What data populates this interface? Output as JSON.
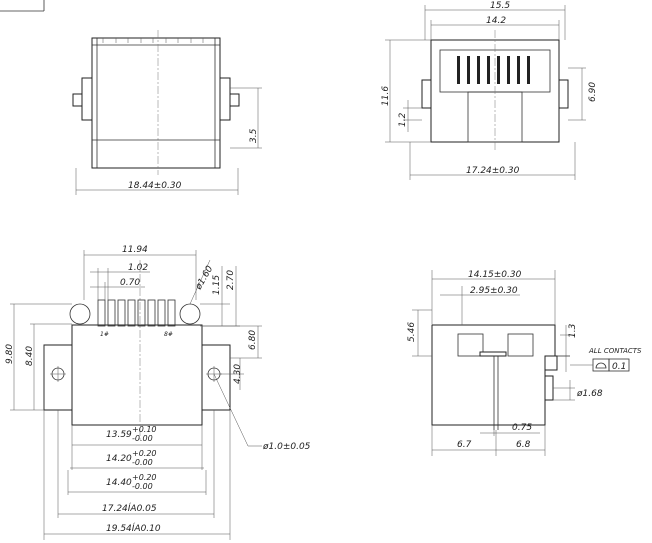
{
  "views": {
    "front": {
      "width_dim": "18.44±0.30",
      "height_dim": "3.5"
    },
    "top_right": {
      "overall_width": "15.5",
      "inner_width": "14.2",
      "height": "11.6",
      "offset": "1.2",
      "depth": "6.90",
      "base_width": "17.24±0.30"
    },
    "bottom_left": {
      "pitch_total": "11.94",
      "pitch": "1.02",
      "pin_width": "0.70",
      "hole_dia": "ø1.60",
      "dim_115": "1.15",
      "dim_270": "2.70",
      "height_980": "9.80",
      "height_840": "8.40",
      "dim_680": "6.80",
      "dim_430": "4.30",
      "pin1": "1#",
      "pin8": "8#",
      "w1_base": "13.59",
      "w1_tol_up": "+0.10",
      "w1_tol_dn": "-0.00",
      "w2_base": "14.20",
      "w2_tol_up": "+0.20",
      "w2_tol_dn": "-0.00",
      "w3_base": "14.40",
      "w3_tol_up": "+0.20",
      "w3_tol_dn": "-0.00",
      "w4": "17.24ÍA0.05",
      "w5": "19.54ÍA0.10",
      "post_hole": "ø1.0±0.05"
    },
    "side_right": {
      "length": "14.15±0.30",
      "top_dim": "2.95±0.30",
      "height": "5.46",
      "dim_13": "1.3",
      "contacts_label": "ALL CONTACTS",
      "flatness": "0.1",
      "post_dia": "ø1.68",
      "dim_075": "0.75",
      "dim_67": "6.7",
      "dim_68": "6.8"
    }
  }
}
